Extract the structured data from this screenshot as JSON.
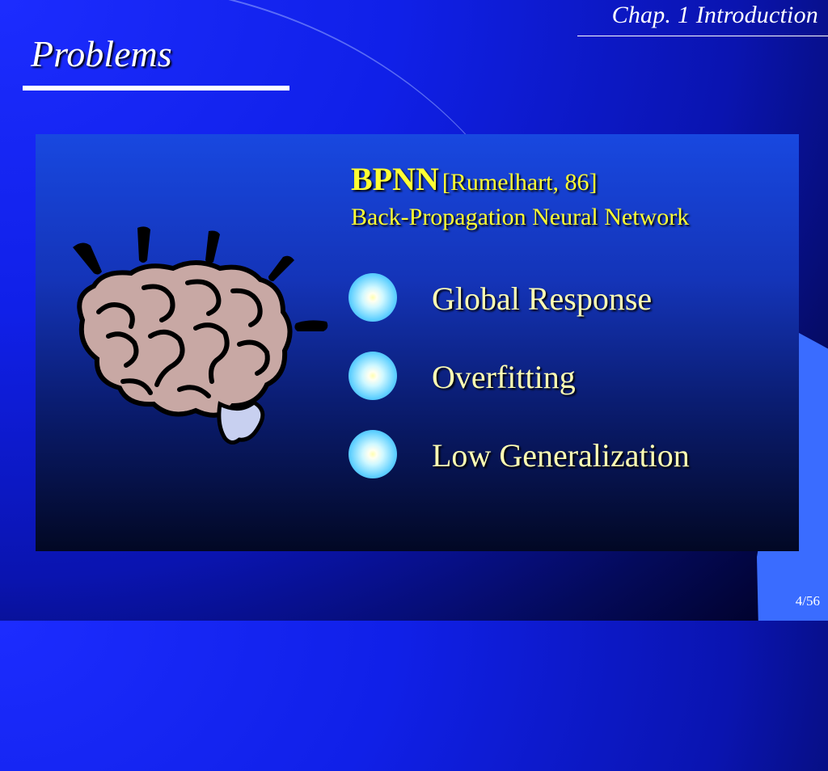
{
  "slide": {
    "chapter": "Chap. 1 Introduction",
    "title": "Problems",
    "heading_main": "BPNN",
    "heading_cite": "[Rumelhart, 86]",
    "subtitle": "Back-Propagation Neural Network",
    "items": [
      "Global Response",
      "Overfitting",
      "Low Generalization"
    ],
    "page": "4/56"
  },
  "colors": {
    "heading": "#ffff33",
    "item_text": "#ffffb4",
    "bullet": "#60d0ff",
    "panel": "#1434b8",
    "background": "#1020e8"
  },
  "icons": {
    "illustration": "brain-icon",
    "bullets": "circle-bullet-icon"
  }
}
